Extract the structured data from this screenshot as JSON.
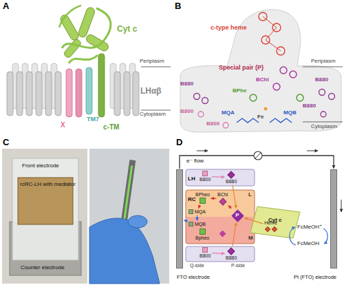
{
  "diagram": {
    "nodes": [
      {
        "text": [
          "FTO electrode"
        ]
      },
      {
        "text": [
          "LH"
        ]
      },
      {
        "text": [
          "B800"
        ],
        "in": 1
      },
      {
        "text": [
          "B880"
        ],
        "in": 1
      },
      {
        "text": [
          "RC"
        ]
      },
      {
        "text": [
          "BPheo"
        ],
        "in": 4
      },
      {
        "text": [
          "BChl"
        ],
        "in": 4
      },
      {
        "text": [
          "MQA"
        ],
        "in": 4
      },
      {
        "text": [
          "P"
        ],
        "in": 4
      },
      {
        "text": [
          "MQB"
        ],
        "in": 4
      },
      {
        "text": [
          "Bpheo"
        ],
        "in": 4
      },
      {
        "text": [
          "Cyt c"
        ]
      },
      {
        "text": [
          "Heme"
        ],
        "in": 11
      },
      {
        "text": [
          "B800"
        ]
      },
      {
        "text": [
          "B880"
        ]
      },
      {
        "text": [
          "Pt (FTO) electrode"
        ]
      }
    ],
    "edges": [
      {
        "from": 0,
        "to": 15,
        "label": "e⁻ flow",
        "arrow": "to"
      },
      {
        "from": 2,
        "to": 3,
        "arrow": "to"
      },
      {
        "from": 3,
        "to": 8,
        "arrow": "to"
      },
      {
        "from": 13,
        "to": 14,
        "arrow": "to"
      },
      {
        "from": 14,
        "to": 8,
        "arrow": "to"
      },
      {
        "from": 12,
        "to": 8,
        "arrow": "to"
      },
      {
        "from": 8,
        "to": 6,
        "arrow": "to"
      },
      {
        "from": 6,
        "to": 5,
        "arrow": "to"
      },
      {
        "from": 5,
        "to": 7,
        "arrow": "to"
      },
      {
        "from": 7,
        "to": 9,
        "arrow": "to"
      },
      {
        "from": 9,
        "to": 0,
        "arrow": "to"
      }
    ],
    "labels": [
      "A",
      "Cyt c",
      "LHαβ",
      "X",
      "TM7",
      "c-TM",
      "Periplasm",
      "Cytoplasm",
      "B",
      "c-type heme",
      "Special pair (P)",
      "BChl",
      "BPhe",
      "B880",
      "B880",
      "B880",
      "B800",
      "B800",
      "MQA",
      "Fe",
      "MQB",
      "Periplasm",
      "Cytoplasm",
      "C",
      "Front electrode",
      "rcRC-LH with mediator",
      "Counter electrode",
      "D",
      "L",
      "M",
      "Q-side",
      "P-side",
      "FcMeOH⁺",
      "FcMeOH"
    ]
  }
}
